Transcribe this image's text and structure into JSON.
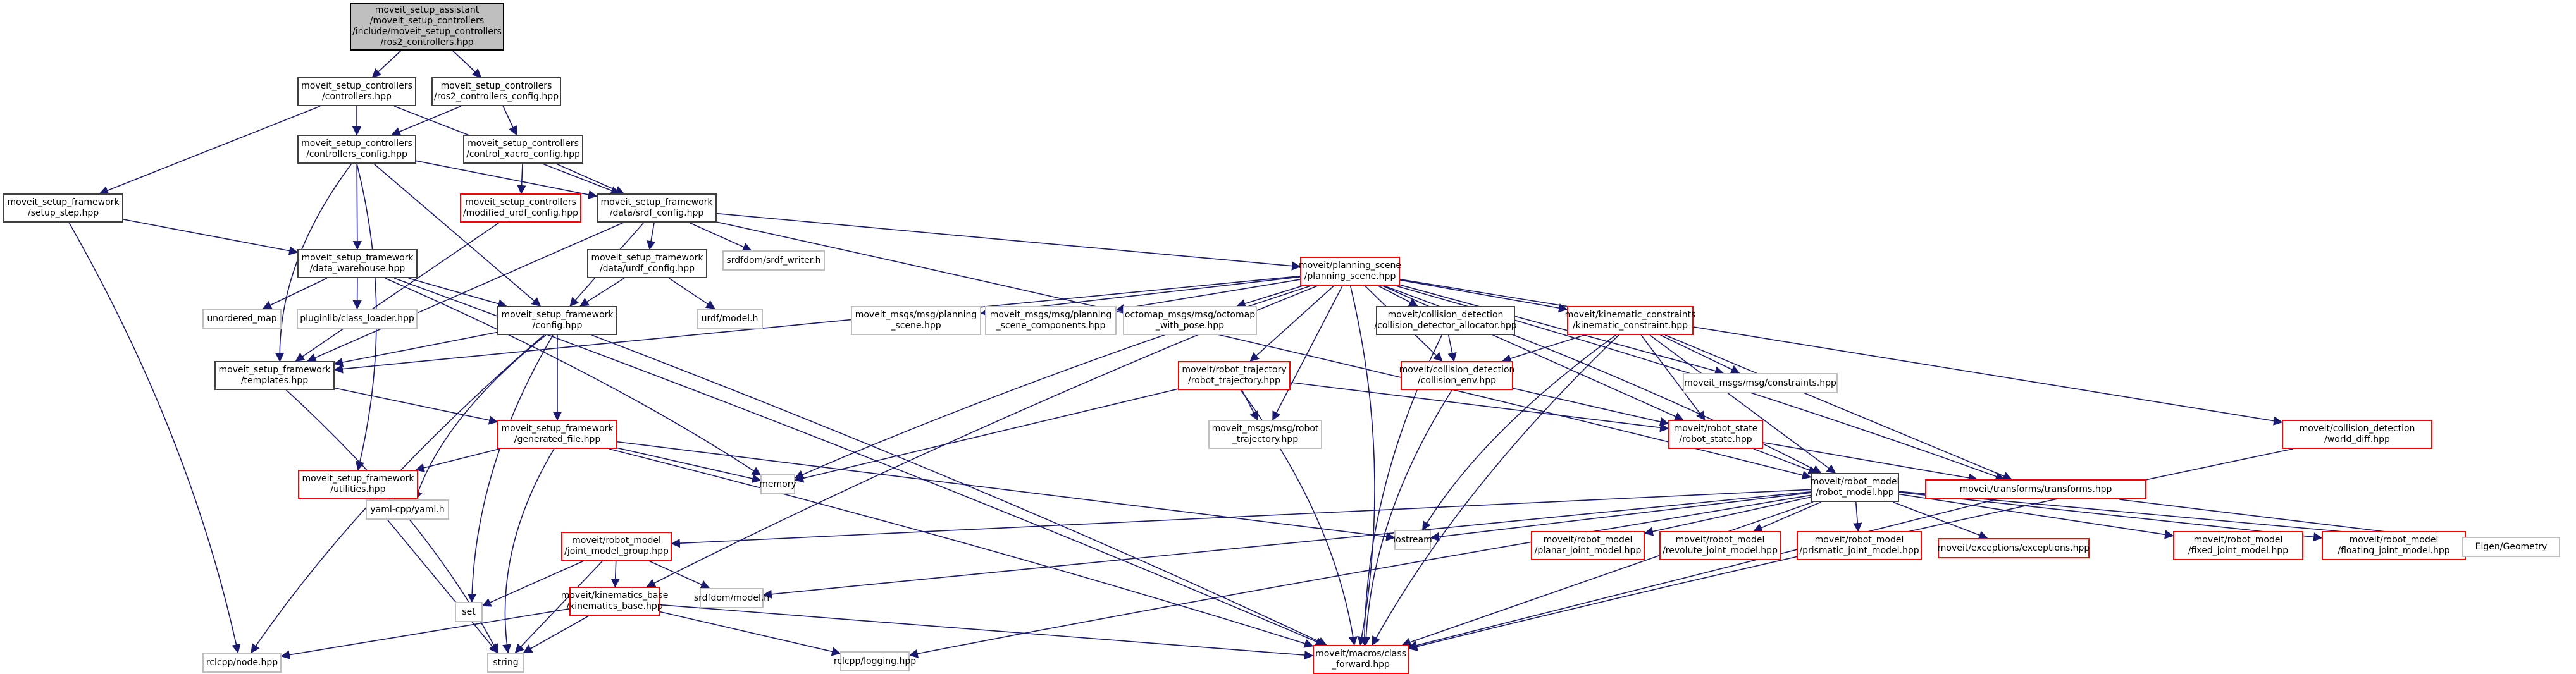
{
  "graph": {
    "title": "moveit_setup_assistant/moveit_setup_controllers/include/moveit_setup_controllers/ros2_controllers.hpp include dependency graph",
    "colors": {
      "edge": "#191970",
      "root_fill": "#bfbfbf",
      "documented_border": "#404040",
      "undocumented_border": "#ff0000",
      "external_border": "#bfbfbf"
    },
    "nodes": [
      {
        "id": "root",
        "kind": "root",
        "lines": [
          "moveit_setup_assistant",
          "/moveit_setup_controllers",
          "/include/moveit_setup_controllers",
          "/ros2_controllers.hpp"
        ]
      },
      {
        "id": "controllers",
        "kind": "doc",
        "lines": [
          "moveit_setup_controllers",
          "/controllers.hpp"
        ]
      },
      {
        "id": "ros2_controllers_config",
        "kind": "doc",
        "lines": [
          "moveit_setup_controllers",
          "/ros2_controllers_config.hpp"
        ]
      },
      {
        "id": "controllers_config",
        "kind": "doc",
        "lines": [
          "moveit_setup_controllers",
          "/controllers_config.hpp"
        ]
      },
      {
        "id": "control_xacro_config",
        "kind": "doc",
        "lines": [
          "moveit_setup_controllers",
          "/control_xacro_config.hpp"
        ]
      },
      {
        "id": "setup_step",
        "kind": "doc",
        "lines": [
          "moveit_setup_framework",
          "/setup_step.hpp"
        ]
      },
      {
        "id": "modified_urdf_config",
        "kind": "red",
        "lines": [
          "moveit_setup_controllers",
          "/modified_urdf_config.hpp"
        ]
      },
      {
        "id": "srdf_config",
        "kind": "doc",
        "lines": [
          "moveit_setup_framework",
          "/data/srdf_config.hpp"
        ]
      },
      {
        "id": "data_warehouse",
        "kind": "doc",
        "lines": [
          "moveit_setup_framework",
          "/data_warehouse.hpp"
        ]
      },
      {
        "id": "urdf_config",
        "kind": "doc",
        "lines": [
          "moveit_setup_framework",
          "/data/urdf_config.hpp"
        ]
      },
      {
        "id": "srdf_writer",
        "kind": "ext",
        "lines": [
          "srdfdom/srdf_writer.h"
        ]
      },
      {
        "id": "unordered_map",
        "kind": "ext",
        "lines": [
          "unordered_map"
        ]
      },
      {
        "id": "class_loader",
        "kind": "ext",
        "lines": [
          "pluginlib/class_loader.hpp"
        ]
      },
      {
        "id": "config",
        "kind": "doc",
        "lines": [
          "moveit_setup_framework",
          "/config.hpp"
        ]
      },
      {
        "id": "urdf_model",
        "kind": "ext",
        "lines": [
          "urdf/model.h"
        ]
      },
      {
        "id": "templates",
        "kind": "doc",
        "lines": [
          "moveit_setup_framework",
          "/templates.hpp"
        ]
      },
      {
        "id": "generated_file",
        "kind": "red",
        "lines": [
          "moveit_setup_framework",
          "/generated_file.hpp"
        ]
      },
      {
        "id": "utilities",
        "kind": "red",
        "lines": [
          "moveit_setup_framework",
          "/utilities.hpp"
        ]
      },
      {
        "id": "yaml",
        "kind": "ext",
        "lines": [
          "yaml-cpp/yaml.h"
        ]
      },
      {
        "id": "memory",
        "kind": "ext",
        "lines": [
          "memory"
        ]
      },
      {
        "id": "set",
        "kind": "ext",
        "lines": [
          "set"
        ]
      },
      {
        "id": "rclcpp_node",
        "kind": "ext",
        "lines": [
          "rclcpp/node.hpp"
        ]
      },
      {
        "id": "string",
        "kind": "ext",
        "lines": [
          "string"
        ]
      },
      {
        "id": "planning_scene",
        "kind": "red",
        "lines": [
          "moveit/planning_scene",
          "/planning_scene.hpp"
        ]
      },
      {
        "id": "msg_planning_scene",
        "kind": "ext",
        "lines": [
          "moveit_msgs/msg/planning",
          "_scene.hpp"
        ]
      },
      {
        "id": "msg_planning_scene_components",
        "kind": "ext",
        "lines": [
          "moveit_msgs/msg/planning",
          "_scene_components.hpp"
        ]
      },
      {
        "id": "octomap_with_pose",
        "kind": "ext",
        "lines": [
          "octomap_msgs/msg/octomap",
          "_with_pose.hpp"
        ]
      },
      {
        "id": "collision_detector_allocator",
        "kind": "doc",
        "lines": [
          "moveit/collision_detection",
          "/collision_detector_allocator.hpp"
        ]
      },
      {
        "id": "kinematic_constraint",
        "kind": "red",
        "lines": [
          "moveit/kinematic_constraints",
          "/kinematic_constraint.hpp"
        ]
      },
      {
        "id": "msg_constraints",
        "kind": "ext",
        "lines": [
          "moveit_msgs/msg/constraints.hpp"
        ]
      },
      {
        "id": "robot_trajectory",
        "kind": "red",
        "lines": [
          "moveit/robot_trajectory",
          "/robot_trajectory.hpp"
        ]
      },
      {
        "id": "collision_env",
        "kind": "red",
        "lines": [
          "moveit/collision_detection",
          "/collision_env.hpp"
        ]
      },
      {
        "id": "msg_robot_trajectory",
        "kind": "ext",
        "lines": [
          "moveit_msgs/msg/robot",
          "_trajectory.hpp"
        ]
      },
      {
        "id": "robot_state",
        "kind": "red",
        "lines": [
          "moveit/robot_state",
          "/robot_state.hpp"
        ]
      },
      {
        "id": "world_diff",
        "kind": "red",
        "lines": [
          "moveit/collision_detection",
          "/world_diff.hpp"
        ]
      },
      {
        "id": "robot_model",
        "kind": "doc",
        "lines": [
          "moveit/robot_model",
          "/robot_model.hpp"
        ]
      },
      {
        "id": "transforms",
        "kind": "red",
        "lines": [
          "moveit/transforms/transforms.hpp"
        ]
      },
      {
        "id": "iostream",
        "kind": "ext",
        "lines": [
          "iostream"
        ]
      },
      {
        "id": "joint_model_group",
        "kind": "red",
        "lines": [
          "moveit/robot_model",
          "/joint_model_group.hpp"
        ]
      },
      {
        "id": "planar_joint_model",
        "kind": "red",
        "lines": [
          "moveit/robot_model",
          "/planar_joint_model.hpp"
        ]
      },
      {
        "id": "revolute_joint_model",
        "kind": "red",
        "lines": [
          "moveit/robot_model",
          "/revolute_joint_model.hpp"
        ]
      },
      {
        "id": "prismatic_joint_model",
        "kind": "red",
        "lines": [
          "moveit/robot_model",
          "/prismatic_joint_model.hpp"
        ]
      },
      {
        "id": "exceptions",
        "kind": "red",
        "lines": [
          "moveit/exceptions/exceptions.hpp"
        ]
      },
      {
        "id": "fixed_joint_model",
        "kind": "red",
        "lines": [
          "moveit/robot_model",
          "/fixed_joint_model.hpp"
        ]
      },
      {
        "id": "floating_joint_model",
        "kind": "red",
        "lines": [
          "moveit/robot_model",
          "/floating_joint_model.hpp"
        ]
      },
      {
        "id": "eigen_geometry",
        "kind": "ext",
        "lines": [
          "Eigen/Geometry"
        ]
      },
      {
        "id": "srdf_model",
        "kind": "ext",
        "lines": [
          "srdfdom/model.h"
        ]
      },
      {
        "id": "kinematics_base",
        "kind": "red",
        "lines": [
          "moveit/kinematics_base",
          "/kinematics_base.hpp"
        ]
      },
      {
        "id": "rclcpp_logging",
        "kind": "ext",
        "lines": [
          "rclcpp/logging.hpp"
        ]
      },
      {
        "id": "class_forward",
        "kind": "red",
        "lines": [
          "moveit/macros/class",
          "_forward.hpp"
        ]
      }
    ],
    "edges": [
      [
        "root",
        "controllers"
      ],
      [
        "root",
        "ros2_controllers_config"
      ],
      [
        "controllers",
        "setup_step"
      ],
      [
        "controllers",
        "controllers_config"
      ],
      [
        "controllers",
        "srdf_config"
      ],
      [
        "ros2_controllers_config",
        "controllers_config"
      ],
      [
        "ros2_controllers_config",
        "control_xacro_config"
      ],
      [
        "controllers_config",
        "srdf_config"
      ],
      [
        "controllers_config",
        "data_warehouse"
      ],
      [
        "controllers_config",
        "config"
      ],
      [
        "controllers_config",
        "templates"
      ],
      [
        "controllers_config",
        "utilities"
      ],
      [
        "control_xacro_config",
        "modified_urdf_config"
      ],
      [
        "control_xacro_config",
        "srdf_config"
      ],
      [
        "modified_urdf_config",
        "templates"
      ],
      [
        "setup_step",
        "data_warehouse"
      ],
      [
        "setup_step",
        "rclcpp_node"
      ],
      [
        "srdf_config",
        "urdf_config"
      ],
      [
        "srdf_config",
        "srdf_writer"
      ],
      [
        "srdf_config",
        "config"
      ],
      [
        "srdf_config",
        "templates"
      ],
      [
        "srdf_config",
        "planning_scene"
      ],
      [
        "srdf_config",
        "robot_model"
      ],
      [
        "data_warehouse",
        "unordered_map"
      ],
      [
        "data_warehouse",
        "class_loader"
      ],
      [
        "data_warehouse",
        "config"
      ],
      [
        "data_warehouse",
        "memory"
      ],
      [
        "data_warehouse",
        "class_forward"
      ],
      [
        "urdf_config",
        "config"
      ],
      [
        "urdf_config",
        "urdf_model"
      ],
      [
        "config",
        "templates"
      ],
      [
        "config",
        "generated_file"
      ],
      [
        "config",
        "yaml"
      ],
      [
        "config",
        "set"
      ],
      [
        "config",
        "rclcpp_node"
      ],
      [
        "config",
        "class_forward"
      ],
      [
        "templates",
        "generated_file"
      ],
      [
        "templates",
        "string"
      ],
      [
        "generated_file",
        "utilities"
      ],
      [
        "generated_file",
        "memory"
      ],
      [
        "generated_file",
        "string"
      ],
      [
        "generated_file",
        "iostream"
      ],
      [
        "generated_file",
        "class_forward"
      ],
      [
        "utilities",
        "yaml"
      ],
      [
        "utilities",
        "string"
      ],
      [
        "planning_scene",
        "msg_planning_scene"
      ],
      [
        "planning_scene",
        "msg_planning_scene_components"
      ],
      [
        "planning_scene",
        "octomap_with_pose"
      ],
      [
        "planning_scene",
        "collision_detector_allocator"
      ],
      [
        "planning_scene",
        "kinematic_constraint"
      ],
      [
        "planning_scene",
        "msg_constraints"
      ],
      [
        "planning_scene",
        "robot_trajectory"
      ],
      [
        "planning_scene",
        "collision_env"
      ],
      [
        "planning_scene",
        "msg_robot_trajectory"
      ],
      [
        "planning_scene",
        "robot_state"
      ],
      [
        "planning_scene",
        "world_diff"
      ],
      [
        "planning_scene",
        "transforms"
      ],
      [
        "planning_scene",
        "robot_model"
      ],
      [
        "planning_scene",
        "memory"
      ],
      [
        "planning_scene",
        "templates"
      ],
      [
        "planning_scene",
        "kinematics_base"
      ],
      [
        "planning_scene",
        "class_forward"
      ],
      [
        "collision_detector_allocator",
        "collision_env"
      ],
      [
        "collision_detector_allocator",
        "class_forward"
      ],
      [
        "kinematic_constraint",
        "collision_env"
      ],
      [
        "kinematic_constraint",
        "msg_constraints"
      ],
      [
        "kinematic_constraint",
        "robot_state"
      ],
      [
        "kinematic_constraint",
        "iostream"
      ],
      [
        "kinematic_constraint",
        "robot_model"
      ],
      [
        "kinematic_constraint",
        "transforms"
      ],
      [
        "kinematic_constraint",
        "class_forward"
      ],
      [
        "robot_trajectory",
        "msg_robot_trajectory"
      ],
      [
        "robot_trajectory",
        "robot_state"
      ],
      [
        "robot_trajectory",
        "memory"
      ],
      [
        "robot_trajectory",
        "class_forward"
      ],
      [
        "collision_env",
        "robot_state"
      ],
      [
        "collision_env",
        "class_forward"
      ],
      [
        "robot_state",
        "robot_model"
      ],
      [
        "robot_state",
        "transforms"
      ],
      [
        "world_diff",
        "class_forward"
      ],
      [
        "robot_model",
        "iostream"
      ],
      [
        "robot_model",
        "joint_model_group"
      ],
      [
        "robot_model",
        "planar_joint_model"
      ],
      [
        "robot_model",
        "revolute_joint_model"
      ],
      [
        "robot_model",
        "prismatic_joint_model"
      ],
      [
        "robot_model",
        "exceptions"
      ],
      [
        "robot_model",
        "fixed_joint_model"
      ],
      [
        "robot_model",
        "floating_joint_model"
      ],
      [
        "robot_model",
        "eigen_geometry"
      ],
      [
        "robot_model",
        "srdf_model"
      ],
      [
        "robot_model",
        "rclcpp_logging"
      ],
      [
        "robot_model",
        "class_forward"
      ],
      [
        "transforms",
        "eigen_geometry"
      ],
      [
        "transforms",
        "class_forward"
      ],
      [
        "joint_model_group",
        "set"
      ],
      [
        "joint_model_group",
        "string"
      ],
      [
        "joint_model_group",
        "kinematics_base"
      ],
      [
        "joint_model_group",
        "srdf_model"
      ],
      [
        "kinematics_base",
        "rclcpp_node"
      ],
      [
        "kinematics_base",
        "string"
      ],
      [
        "kinematics_base",
        "rclcpp_logging"
      ],
      [
        "kinematics_base",
        "class_forward"
      ]
    ]
  }
}
